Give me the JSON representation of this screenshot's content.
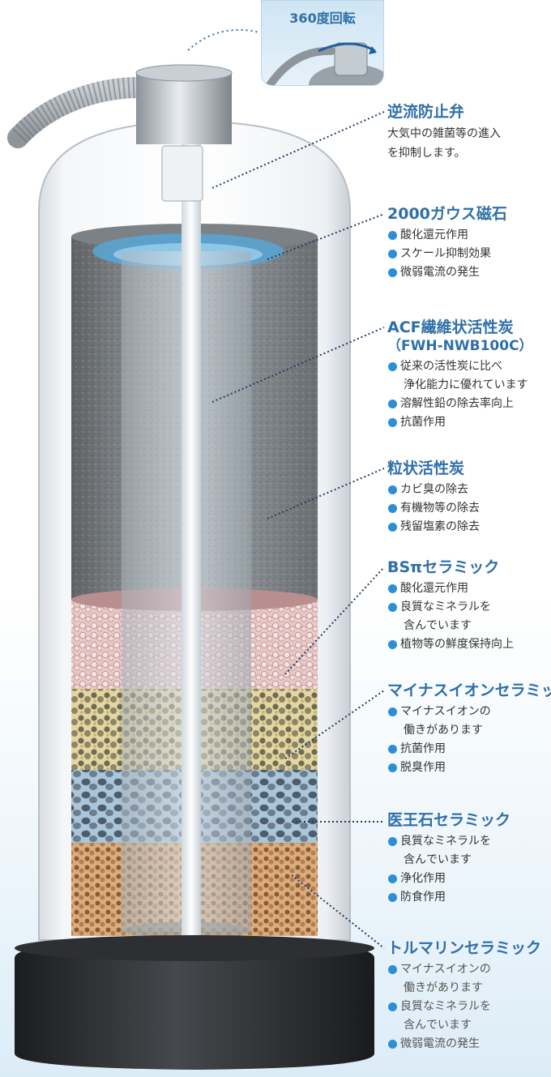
{
  "badge": {
    "text": "360度回転"
  },
  "labels": [
    {
      "title": "逆流防止弁",
      "desc": [
        "大気中の雑菌等の進入",
        "を抑制します。"
      ]
    },
    {
      "title": "2000ガウス磁石",
      "items": [
        "酸化還元作用",
        "スケール抑制効果",
        "微弱電流の発生"
      ]
    },
    {
      "title": "ACF繊維状活性炭",
      "subtitle": "（FWH-NWB100C）",
      "items": [
        "従来の活性炭に比べ",
        "浄化能力に優れています",
        "溶解性鉛の除去率向上",
        "抗菌作用"
      ]
    },
    {
      "title": "粒状活性炭",
      "items": [
        "カビ臭の除去",
        "有機物等の除去",
        "残留塩素の除去"
      ]
    },
    {
      "title": "BSπセラミック",
      "items": [
        "酸化還元作用",
        "良質なミネラルを",
        "含んでいます",
        "植物等の鮮度保持向上"
      ]
    },
    {
      "title": "マイナスイオンセラミック",
      "items": [
        "マイナスイオンの",
        "働きがあります",
        "抗菌作用",
        "脱臭作用"
      ]
    },
    {
      "title": "医王石セラミック",
      "items": [
        "良質なミネラルを",
        "含んでいます",
        "浄化作用",
        "防食作用"
      ]
    },
    {
      "title": "トルマリンセラミック",
      "items": [
        "マイナスイオンの",
        "働きがあります",
        "良質なミネラルを",
        "含んでいます",
        "微弱電流の発生"
      ]
    }
  ],
  "icons": {
    "bullet": "blue-dot-icon",
    "rotate": "rotate-arrow-icon"
  },
  "colors": {
    "accent": "#2f6fa8",
    "bullet": "#2c8fd6",
    "leader": "#1f3e66"
  }
}
